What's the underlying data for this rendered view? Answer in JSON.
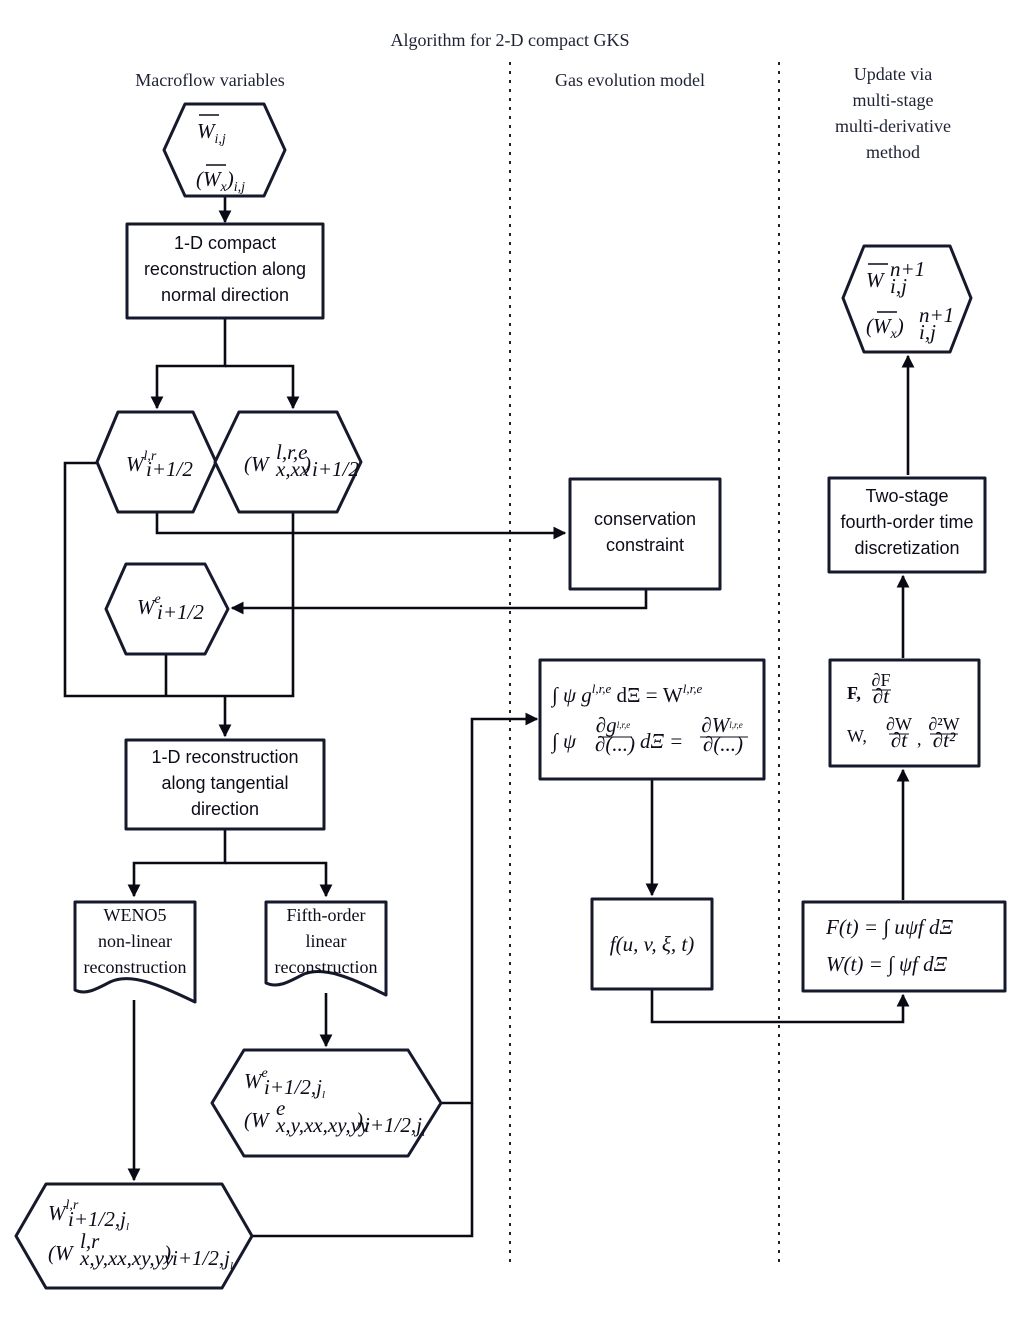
{
  "title": "Algorithm for 2-D compact GKS",
  "columns": {
    "macroflow": "Macroflow variables",
    "gas": "Gas evolution model",
    "update": [
      "Update via",
      "multi-stage",
      "multi-derivative",
      "method"
    ]
  },
  "boxes": {
    "compact_recon": [
      "1-D compact",
      "reconstruction along",
      "normal direction"
    ],
    "conservation": [
      "conservation",
      "constraint"
    ],
    "tangential": [
      "1-D reconstruction",
      "along tangential",
      "direction"
    ],
    "two_stage": [
      "Two-stage",
      "fourth-order time",
      "discretization"
    ]
  },
  "documents": {
    "weno5": [
      "WENO5",
      "non-linear",
      "reconstruction"
    ],
    "fifth_order": [
      "Fifth-order",
      "linear",
      "reconstruction"
    ]
  },
  "formulas": {
    "W": "W",
    "Wx": "(W",
    "Wx_close": ")",
    "sub_ij": "i,j",
    "sub_x": "x",
    "sup_lr": "l,r",
    "sup_lre": "l,r,e",
    "sup_e": "e",
    "sub_half": "i+1/2",
    "sub_x_xx": "x,xx",
    "sub_half_jl": "i+1/2,j",
    "sub_l": "l",
    "sub_derivs": "x,y,xx,xy,yy",
    "sup_n1": "n+1",
    "integral1_a": "∫ ψ g",
    "integral1_b": " dΞ = W",
    "integral2_a": "∫ ψ",
    "dg": "∂g",
    "dW": "∂W",
    "paren_dots": "∂(...)",
    "dXi": "dΞ =",
    "f_dist": "f(u, v, ξ, t)",
    "Ft": "F(t) = ∫ uψf dΞ",
    "Wt": "W(t) = ∫ ψf dΞ",
    "F_label": "F,",
    "W_label": "W,",
    "dF": "∂F",
    "dt": "∂t",
    "d2W": "∂²W",
    "dt2": "∂t²",
    "comma": ","
  }
}
